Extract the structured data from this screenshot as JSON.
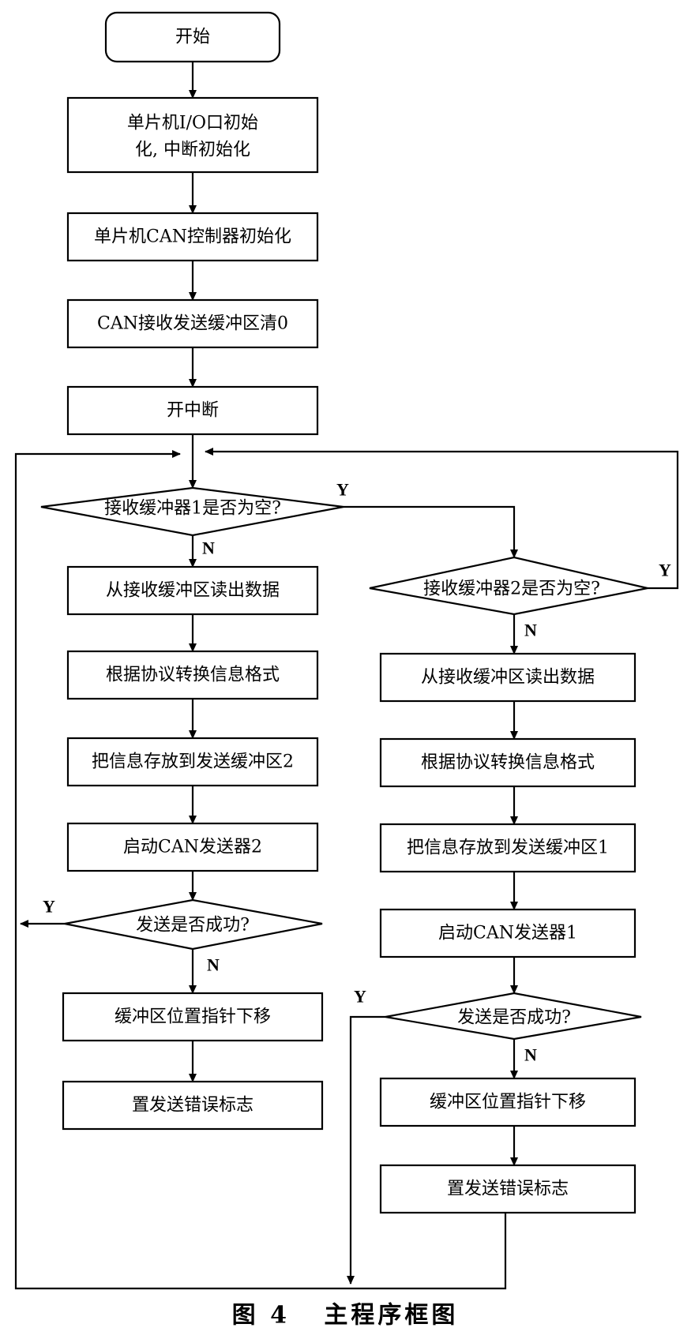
{
  "nodes": {
    "start": "开始",
    "io_init_line1": "单片机I/O口初始",
    "io_init_line2": "化, 中断初始化",
    "can_ctrl_init": "单片机CAN控制器初始化",
    "buffer_clear": "CAN接收发送缓冲区清0",
    "enable_int": "开中断",
    "check_buf1": "接收缓冲器1是否为空?",
    "l_read": "从接收缓冲区读出数据",
    "l_convert": "根据协议转换信息格式",
    "l_store": "把信息存放到发送缓冲区2",
    "l_start_tx": "启动CAN发送器2",
    "l_check_tx": "发送是否成功?",
    "l_ptr": "缓冲区位置指针下移",
    "l_err": "置发送错误标志",
    "check_buf2": "接收缓冲器2是否为空?",
    "r_read": "从接收缓冲区读出数据",
    "r_convert": "根据协议转换信息格式",
    "r_store": "把信息存放到发送缓冲区1",
    "r_start_tx": "启动CAN发送器1",
    "r_check_tx": "发送是否成功?",
    "r_ptr": "缓冲区位置指针下移",
    "r_err": "置发送错误标志"
  },
  "edge_labels": {
    "buf1_yes": "Y",
    "buf1_no": "N",
    "buf2_yes": "Y",
    "buf2_no": "N",
    "l_tx_yes": "Y",
    "l_tx_no": "N",
    "r_tx_yes": "Y",
    "r_tx_no": "N"
  },
  "caption": "图 4   主程序框图"
}
